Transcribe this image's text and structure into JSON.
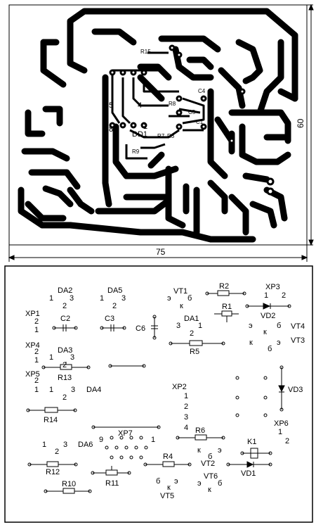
{
  "pcb": {
    "labels": [
      "R15",
      "C4",
      "R8",
      "C5",
      "4",
      "5",
      "8",
      "1",
      "DD1",
      "R7",
      "R3",
      "R9",
      "C1"
    ],
    "dim_width": "75",
    "dim_height": "60"
  },
  "components": [
    {
      "id": "da2",
      "name": "DA2",
      "pins": [
        "1",
        "3",
        "2"
      ]
    },
    {
      "id": "da5",
      "name": "DA5",
      "pins": [
        "1",
        "3",
        "2"
      ]
    },
    {
      "id": "vt1",
      "name": "VT1",
      "pins": [
        "э",
        "б",
        "к"
      ]
    },
    {
      "id": "r2",
      "name": "R2"
    },
    {
      "id": "xp3",
      "name": "XP3",
      "pins": [
        "1",
        "2"
      ]
    },
    {
      "id": "xp1",
      "name": "XP1",
      "pins": [
        "2",
        "1"
      ]
    },
    {
      "id": "c2",
      "name": "C2"
    },
    {
      "id": "c3",
      "name": "C3"
    },
    {
      "id": "c6",
      "name": "C6"
    },
    {
      "id": "da1",
      "name": "DA1",
      "pins": [
        "3",
        "1",
        "2"
      ]
    },
    {
      "id": "r1",
      "name": "R1"
    },
    {
      "id": "vd2",
      "name": "VD2"
    },
    {
      "id": "vt4",
      "name": "VT4",
      "pins": [
        "э",
        "б",
        "к"
      ]
    },
    {
      "id": "vt3",
      "name": "VT3",
      "pins": [
        "к",
        "э",
        "б"
      ]
    },
    {
      "id": "r5",
      "name": "R5"
    },
    {
      "id": "xp4",
      "name": "XP4",
      "pins": [
        "2",
        "1"
      ]
    },
    {
      "id": "da3",
      "name": "DA3",
      "pins": [
        "1",
        "3",
        "2"
      ]
    },
    {
      "id": "r13",
      "name": "R13"
    },
    {
      "id": "xp5",
      "name": "XP5",
      "pins": [
        "2",
        "1"
      ]
    },
    {
      "id": "da4",
      "name": "DA4",
      "pins": [
        "1",
        "3",
        "2"
      ]
    },
    {
      "id": "xp2",
      "name": "XP2",
      "pins": [
        "1",
        "2",
        "3",
        "4"
      ]
    },
    {
      "id": "vd3",
      "name": "VD3"
    },
    {
      "id": "r14",
      "name": "R14"
    },
    {
      "id": "xp7",
      "name": "XP7",
      "pins": [
        "9",
        "1"
      ]
    },
    {
      "id": "xp6",
      "name": "XP6",
      "pins": [
        "1",
        "2"
      ]
    },
    {
      "id": "da6",
      "name": "DA6",
      "pins": [
        "1",
        "3",
        "2"
      ]
    },
    {
      "id": "r6",
      "name": "R6"
    },
    {
      "id": "k1",
      "name": "K1"
    },
    {
      "id": "vt2",
      "name": "VT2",
      "pins": [
        "к",
        "б",
        "э"
      ]
    },
    {
      "id": "r4",
      "name": "R4"
    },
    {
      "id": "r12",
      "name": "R12"
    },
    {
      "id": "r11",
      "name": "R11"
    },
    {
      "id": "vt6",
      "name": "VT6",
      "pins": [
        "э",
        "б",
        "к"
      ]
    },
    {
      "id": "vd1",
      "name": "VD1"
    },
    {
      "id": "r10",
      "name": "R10"
    },
    {
      "id": "vt5",
      "name": "VT5",
      "pins": [
        "б",
        "э",
        "к"
      ]
    }
  ]
}
